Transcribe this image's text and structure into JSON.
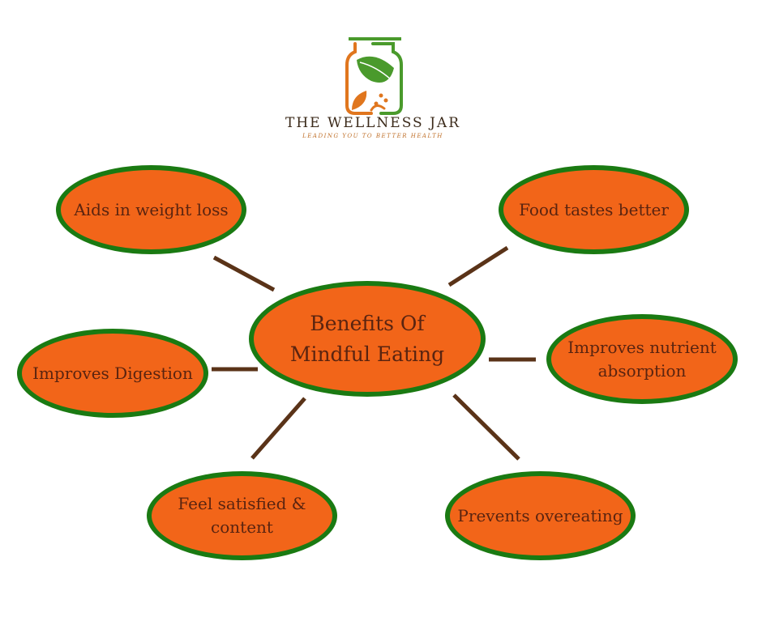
{
  "brand": {
    "name": "THE WELLNESS JAR",
    "tagline": "LEADING YOU TO BETTER HEALTH",
    "icon": "wellness-jar-leaf-icon",
    "colors": {
      "orange": "#e0761e",
      "green": "#4a9a2c"
    }
  },
  "diagram": {
    "center": {
      "label": "Benefits Of Mindful Eating"
    },
    "benefits": [
      {
        "id": "aids-weight-loss",
        "label": "Aids in weight loss"
      },
      {
        "id": "food-tastes-better",
        "label": "Food tastes better"
      },
      {
        "id": "improves-digestion",
        "label": "Improves Digestion"
      },
      {
        "id": "improves-nutrient-absorption",
        "label": "Improves nutrient absorption"
      },
      {
        "id": "feel-satisfied-content",
        "label": "Feel satisfied & content"
      },
      {
        "id": "prevents-overeating",
        "label": "Prevents overeating"
      }
    ],
    "colors": {
      "node_fill": "#f26519",
      "node_border": "#1a7a12",
      "text": "#5a2410",
      "connector": "#5a3318"
    }
  }
}
